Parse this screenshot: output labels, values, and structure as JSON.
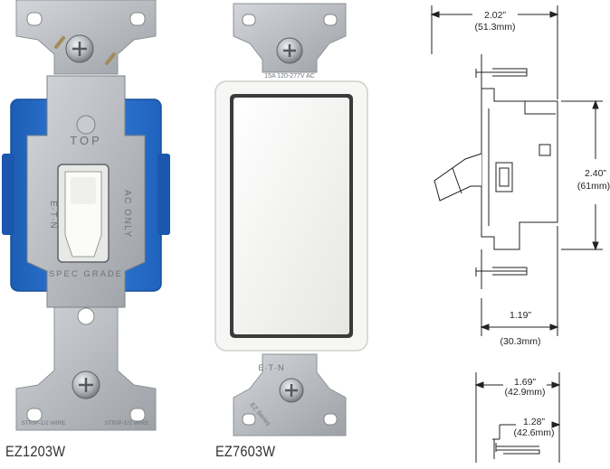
{
  "products": [
    {
      "model": "EZ1203W",
      "top_label": "TOP",
      "side_label": "AC ONLY",
      "grade_label": "SPEC GRADE",
      "brand_label": "E·T·N",
      "strip_left": "STRIP-1/2 WIRE",
      "strip_right": "STRIP-1/2 WIRE"
    },
    {
      "model": "EZ7603W",
      "top_stamp": "E·T·N",
      "series_stamp": "EZ Series",
      "rating_stamp": "15A 120-277V AC"
    }
  ],
  "dimensions": {
    "width_top": {
      "value": "2.02”",
      "metric": "(51.3mm)"
    },
    "height_side": {
      "value": "2.40”",
      "metric": "(61mm)"
    },
    "depth_body": {
      "value": "1.19”",
      "metric": "(30.3mm)"
    },
    "depth_small": {
      "value": "1.69”",
      "metric": "(42.9mm)"
    },
    "depth_small_inner": {
      "value": "1.28”",
      "metric": "(42.6mm)"
    }
  },
  "colors": {
    "strap": "#b9bcc1",
    "strap_dark": "#8e9297",
    "blue_body": "#2a6fc9",
    "white_switch": "#f4f4f2",
    "line": "#222222"
  }
}
